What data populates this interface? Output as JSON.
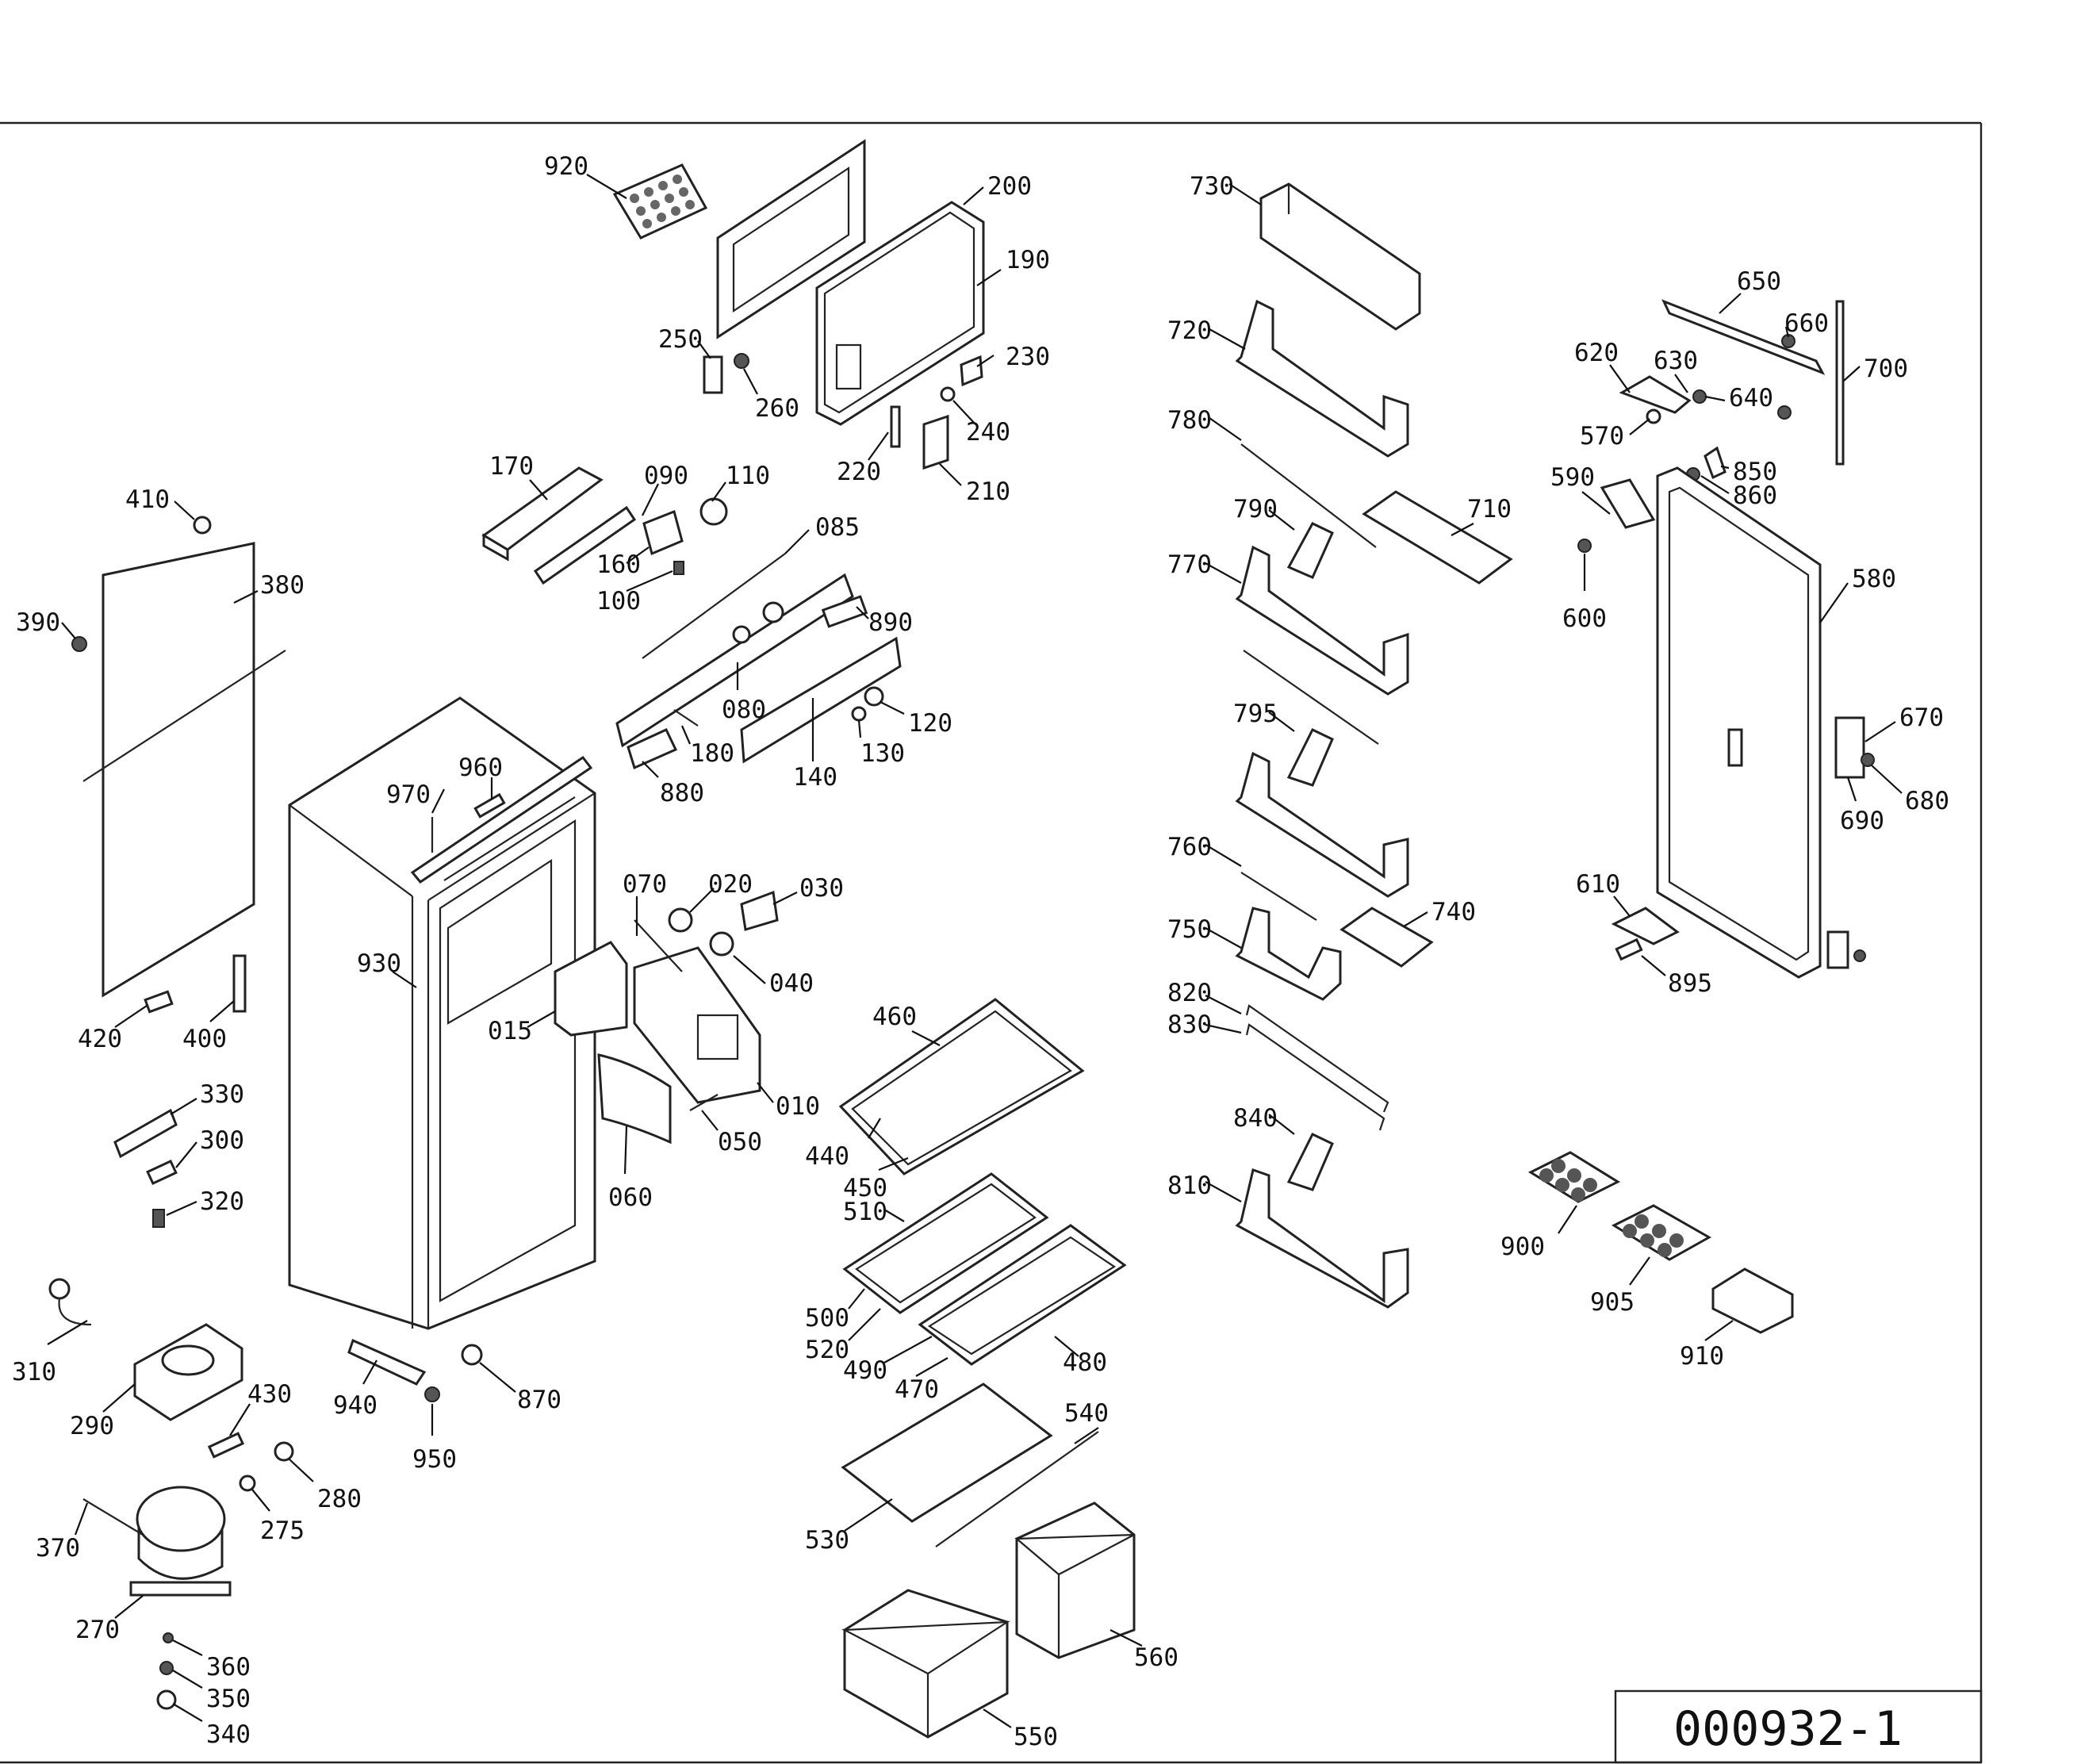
{
  "drawing_number": "000932-1",
  "labels": {
    "l010": "010",
    "l015": "015",
    "l020": "020",
    "l030": "030",
    "l040": "040",
    "l050": "050",
    "l060": "060",
    "l070": "070",
    "l080": "080",
    "l085": "085",
    "l090": "090",
    "l100": "100",
    "l110": "110",
    "l120": "120",
    "l130": "130",
    "l140": "140",
    "l160": "160",
    "l170": "170",
    "l180": "180",
    "l190": "190",
    "l200": "200",
    "l210": "210",
    "l220": "220",
    "l230": "230",
    "l240": "240",
    "l250": "250",
    "l260": "260",
    "l270": "270",
    "l275": "275",
    "l280": "280",
    "l290": "290",
    "l300": "300",
    "l310": "310",
    "l320": "320",
    "l330": "330",
    "l340": "340",
    "l350": "350",
    "l360": "360",
    "l370": "370",
    "l380": "380",
    "l390": "390",
    "l400": "400",
    "l410": "410",
    "l420": "420",
    "l430": "430",
    "l440": "440",
    "l450": "450",
    "l460": "460",
    "l470": "470",
    "l480": "480",
    "l490": "490",
    "l500": "500",
    "l510": "510",
    "l520": "520",
    "l530": "530",
    "l540": "540",
    "l550": "550",
    "l560": "560",
    "l570": "570",
    "l580": "580",
    "l590": "590",
    "l600": "600",
    "l610": "610",
    "l620": "620",
    "l630": "630",
    "l640": "640",
    "l650": "650",
    "l660": "660",
    "l670": "670",
    "l680": "680",
    "l690": "690",
    "l700": "700",
    "l710": "710",
    "l720": "720",
    "l730": "730",
    "l740": "740",
    "l750": "750",
    "l760": "760",
    "l770": "770",
    "l780": "780",
    "l790": "790",
    "l795": "795",
    "l810": "810",
    "l820": "820",
    "l830": "830",
    "l840": "840",
    "l850": "850",
    "l860": "860",
    "l870": "870",
    "l880": "880",
    "l890": "890",
    "l895": "895",
    "l900": "900",
    "l905": "905",
    "l910": "910",
    "l920": "920",
    "l930": "930",
    "l940": "940",
    "l950": "950",
    "l960": "960",
    "l970": "970"
  }
}
